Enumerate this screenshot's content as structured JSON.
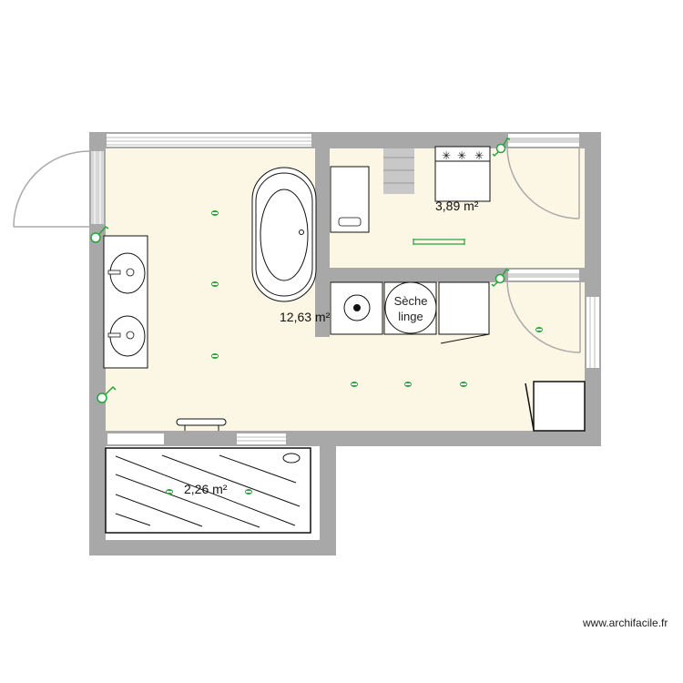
{
  "plan": {
    "colors": {
      "wall": "#a8a8a8",
      "floor": "#fcf6e4",
      "fixture_fill": "#ffffff",
      "line": "#111111",
      "electric": "#2aa33a",
      "door_arc": "#aaaaaa"
    },
    "rooms": [
      {
        "id": "main-bathroom",
        "area_label": "12,63 m²"
      },
      {
        "id": "utility-room",
        "area_label": "3,89 m²"
      },
      {
        "id": "shower-room",
        "area_label": "2,26 m²"
      }
    ],
    "fixtures": {
      "dryer_label_line1": "Sèche",
      "dryer_label_line2": "linge"
    }
  },
  "footer": {
    "watermark": "www.archifacile.fr"
  }
}
